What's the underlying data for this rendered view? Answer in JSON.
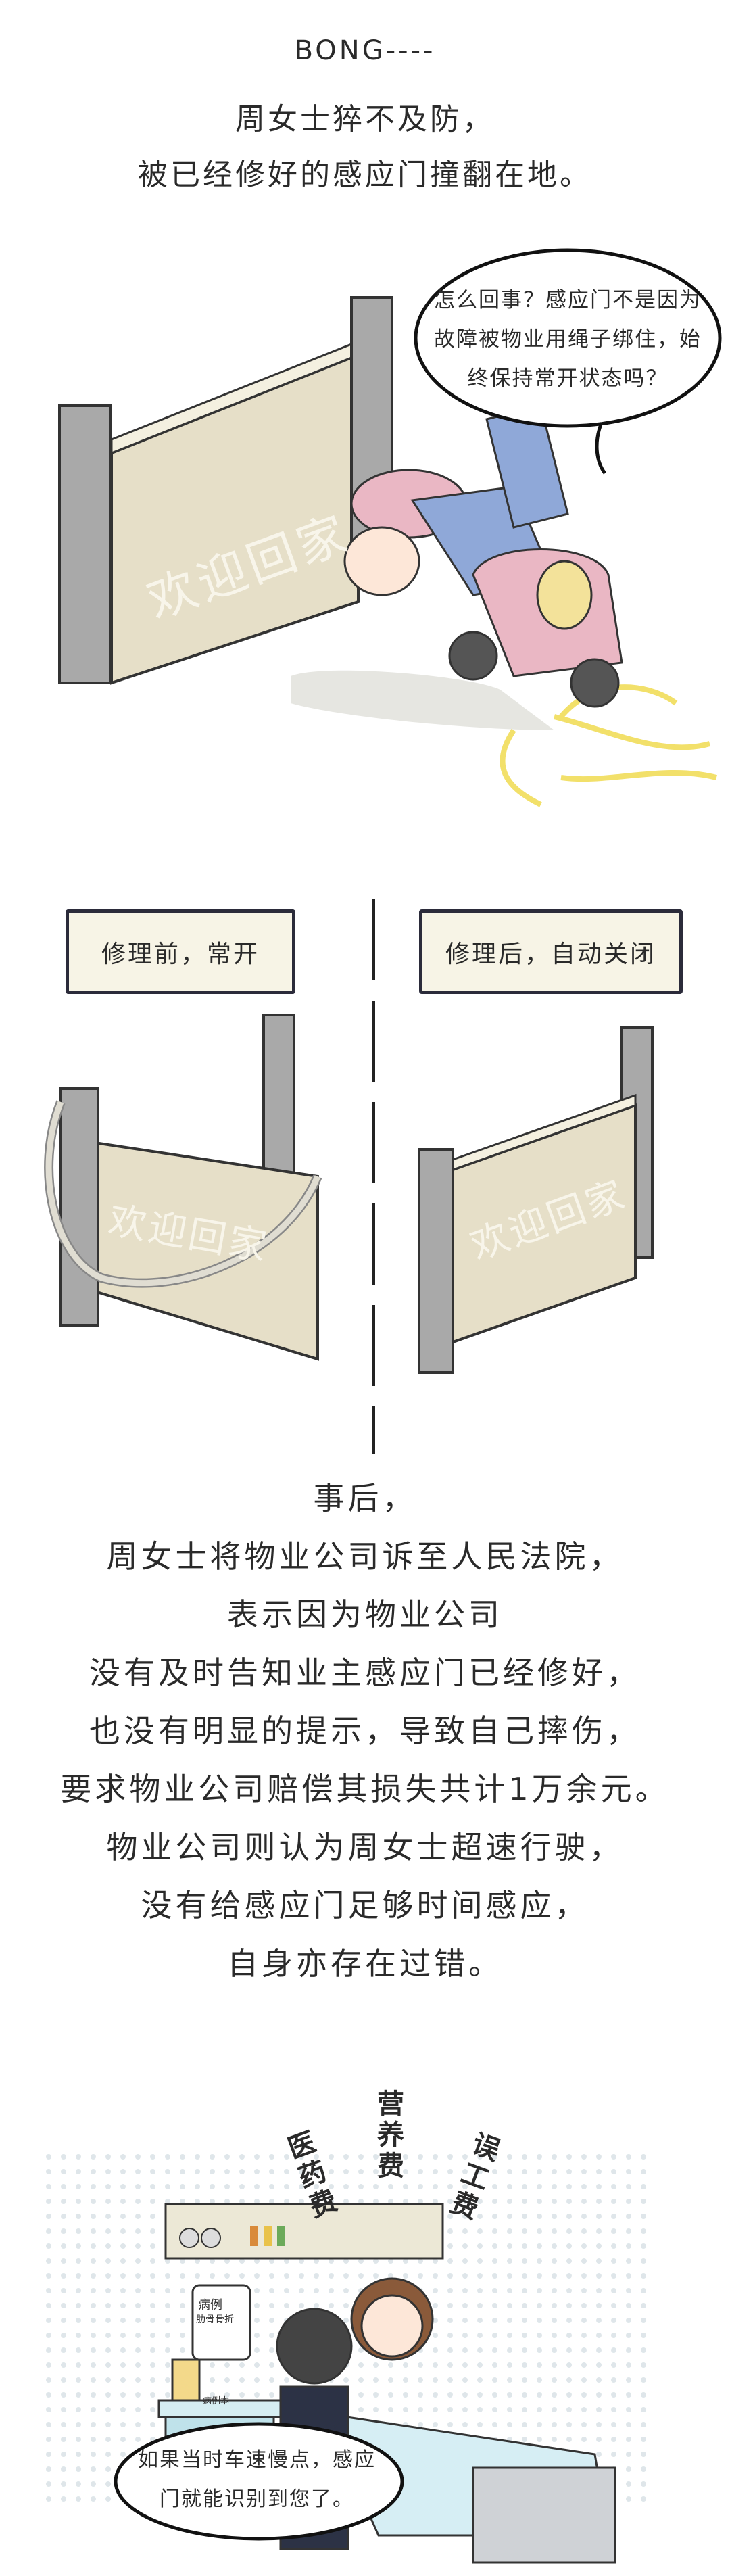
{
  "panel1": {
    "sound": "BONG----",
    "caption_lines": [
      "周女士猝不及防，",
      "被已经修好的感应门撞翻在地。"
    ],
    "speech_lines": [
      "怎么回事？感应门不是因为",
      "故障被物业用绳子绑住，始",
      "终保持常开状态吗？"
    ],
    "gate_sign": "欢迎回家"
  },
  "panel2": {
    "before_label": "修理前，常开",
    "after_label": "修理后，自动关闭",
    "gate_sign": "欢迎回家"
  },
  "narrative": {
    "lines": [
      "事后，",
      "周女士将物业公司诉至人民法院，",
      "表示因为物业公司",
      "没有及时告知业主感应门已经修好，",
      "也没有明显的提示，导致自己摔伤，",
      "要求物业公司赔偿其损失共计1万余元。",
      "物业公司则认为周女士超速行驶，",
      "没有给感应门足够时间感应，",
      "自身亦存在过错。"
    ]
  },
  "panel3": {
    "fees": [
      "医药费",
      "营养费",
      "误工费"
    ],
    "record_sign": "病例",
    "record_detail": "肋骨骨折",
    "record_book": "病例本",
    "speech_lines": [
      "如果当时车速慢点，感应",
      "门就能识别到您了。"
    ]
  },
  "colors": {
    "panel": "#e6dfc8",
    "post": "#a9a9a9",
    "pink": "#eab7c4",
    "blue": "#8fa8d8",
    "yellow": "#f2e06a",
    "label_bg": "#f7f4e6"
  }
}
